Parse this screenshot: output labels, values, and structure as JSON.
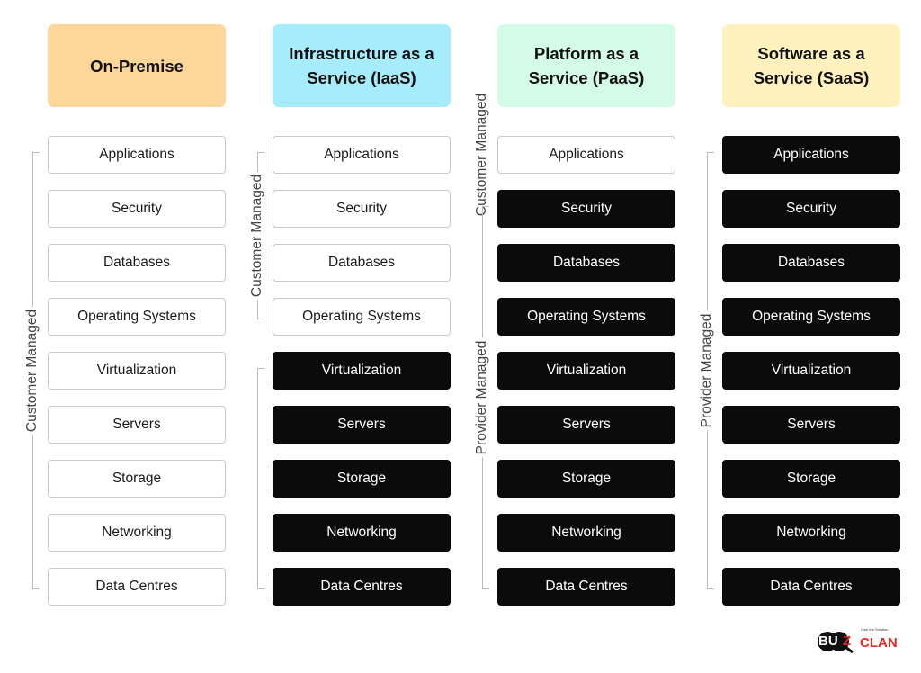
{
  "colors": {
    "onprem": "#fdd69a",
    "iaas": "#a7ecfb",
    "paas": "#d4fbe7",
    "saas": "#fff1bd",
    "provider_cell": "#0b0b0b",
    "customer_cell": "#ffffff",
    "logo_red": "#e12a2a"
  },
  "columns": [
    {
      "title_lines": [
        "On-Premise"
      ],
      "color_key": "onprem",
      "customer_label": "Customer Managed",
      "provider_label": "",
      "customer_count": 9
    },
    {
      "title_lines": [
        "Infrastructure as a",
        "Service (IaaS)"
      ],
      "color_key": "iaas",
      "customer_label": "Customer Managed",
      "provider_label": "",
      "customer_count": 4
    },
    {
      "title_lines": [
        "Platform as a",
        "Service (PaaS)"
      ],
      "color_key": "paas",
      "customer_label": "Customer Managed",
      "provider_label": "Provider Managed",
      "customer_count": 1
    },
    {
      "title_lines": [
        "Software as a",
        "Service (SaaS)"
      ],
      "color_key": "saas",
      "customer_label": "",
      "provider_label": "Provider Managed",
      "customer_count": 0
    }
  ],
  "layers": [
    "Applications",
    "Security",
    "Databases",
    "Operating Systems",
    "Virtualization",
    "Servers",
    "Storage",
    "Networking",
    "Data Centres"
  ],
  "logo": {
    "icon": "buzzclan-logo-icon",
    "text_left": "BU",
    "text_mid": "Z",
    "text_right": "CLAN",
    "tagline": "Own the Solution"
  }
}
